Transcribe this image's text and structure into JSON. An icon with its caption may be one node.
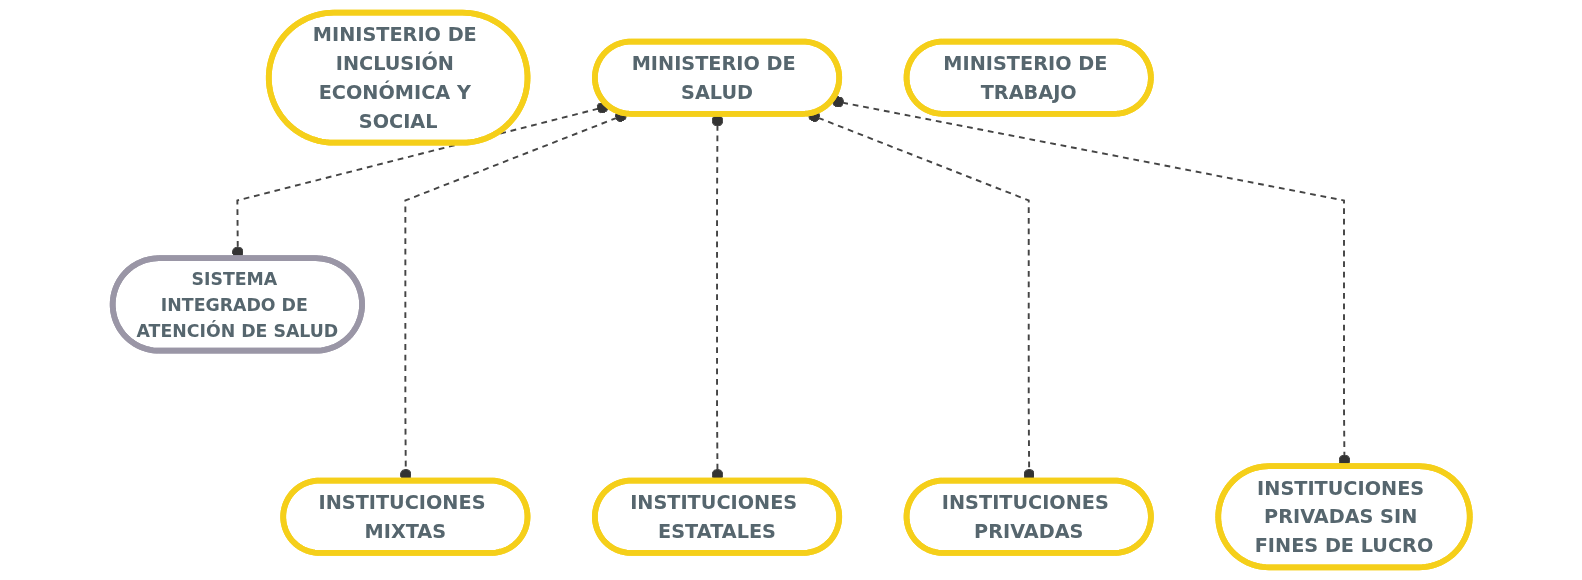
{
  "diagram": {
    "nodes": [
      {
        "text": [
          "MINISTERIO DE INCLUSIÓN ECONÓMICA Y SOCIAL"
        ]
      },
      {
        "text": [
          "MINISTERIO DE SALUD"
        ]
      },
      {
        "text": [
          "MINISTERIO DE TRABAJO"
        ]
      },
      {
        "text": [
          "SISTEMA INTEGRADO DE ATENCIÓN DE SALUD"
        ]
      },
      {
        "text": [
          "INSTITUCIONES MIXTAS"
        ]
      },
      {
        "text": [
          "INSTITUCIONES ESTATALES"
        ]
      },
      {
        "text": [
          "INSTITUCIONES PRIVADAS"
        ]
      },
      {
        "text": [
          "INSTITUCIONES PRIVADAS SIN FINES DE LUCRO"
        ]
      }
    ],
    "edges": [
      {
        "from": 1,
        "to": 3,
        "arrow": "other",
        "style": "dashed"
      },
      {
        "from": 1,
        "to": 4,
        "arrow": "other",
        "style": "dashed"
      },
      {
        "from": 1,
        "to": 5,
        "arrow": "other",
        "style": "dashed"
      },
      {
        "from": 1,
        "to": 6,
        "arrow": "other",
        "style": "dashed"
      },
      {
        "from": 1,
        "to": 7,
        "arrow": "other",
        "style": "dashed"
      }
    ]
  }
}
